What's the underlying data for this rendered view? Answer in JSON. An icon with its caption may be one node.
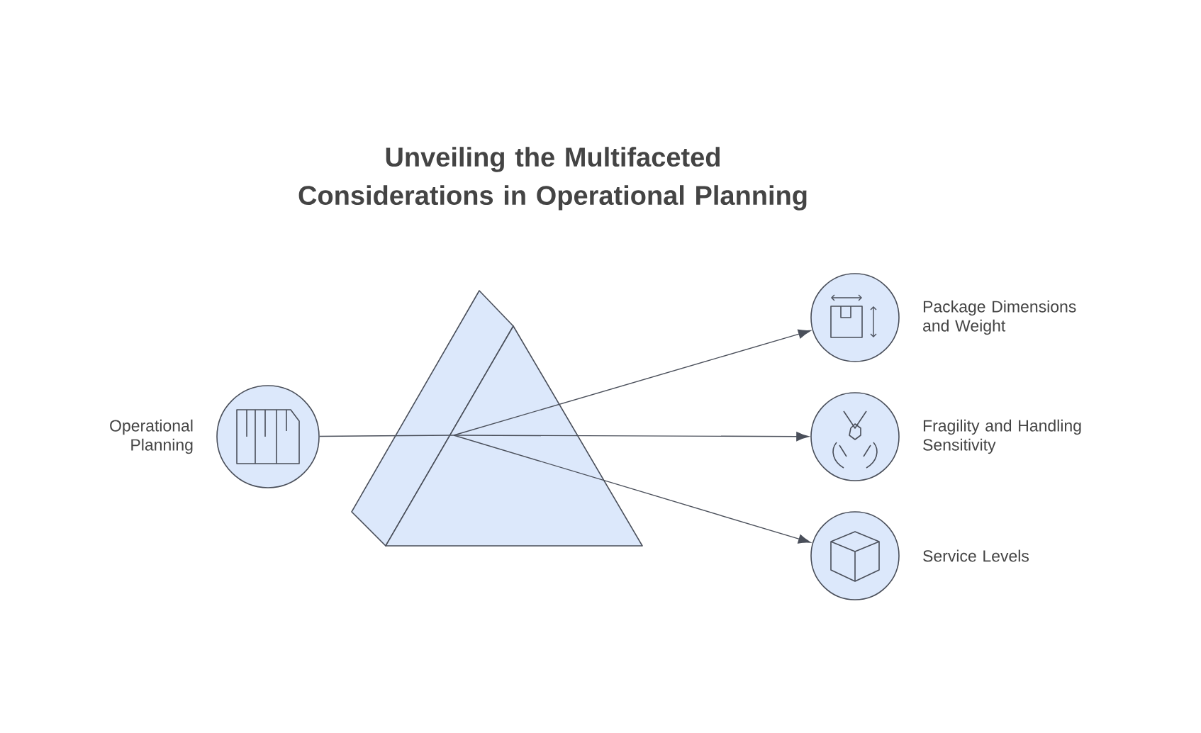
{
  "diagram": {
    "title": "Unveiling the Multifaceted Considerations in Operational Planning",
    "nodes": [
      {
        "text": [
          "Operational Planning"
        ]
      },
      {
        "text": [
          "Package Dimensions and Weight"
        ]
      },
      {
        "text": [
          "Fragility and Handling Sensitivity"
        ]
      },
      {
        "text": [
          "Service Levels"
        ]
      },
      {
        "text": [],
        "shape": "prism"
      }
    ],
    "edges": [
      {
        "from": 0,
        "to": 4,
        "arrow": "none"
      },
      {
        "from": 4,
        "to": 1,
        "arrow": "to"
      },
      {
        "from": 4,
        "to": 2,
        "arrow": "to"
      },
      {
        "from": 4,
        "to": 3,
        "arrow": "to"
      }
    ]
  }
}
